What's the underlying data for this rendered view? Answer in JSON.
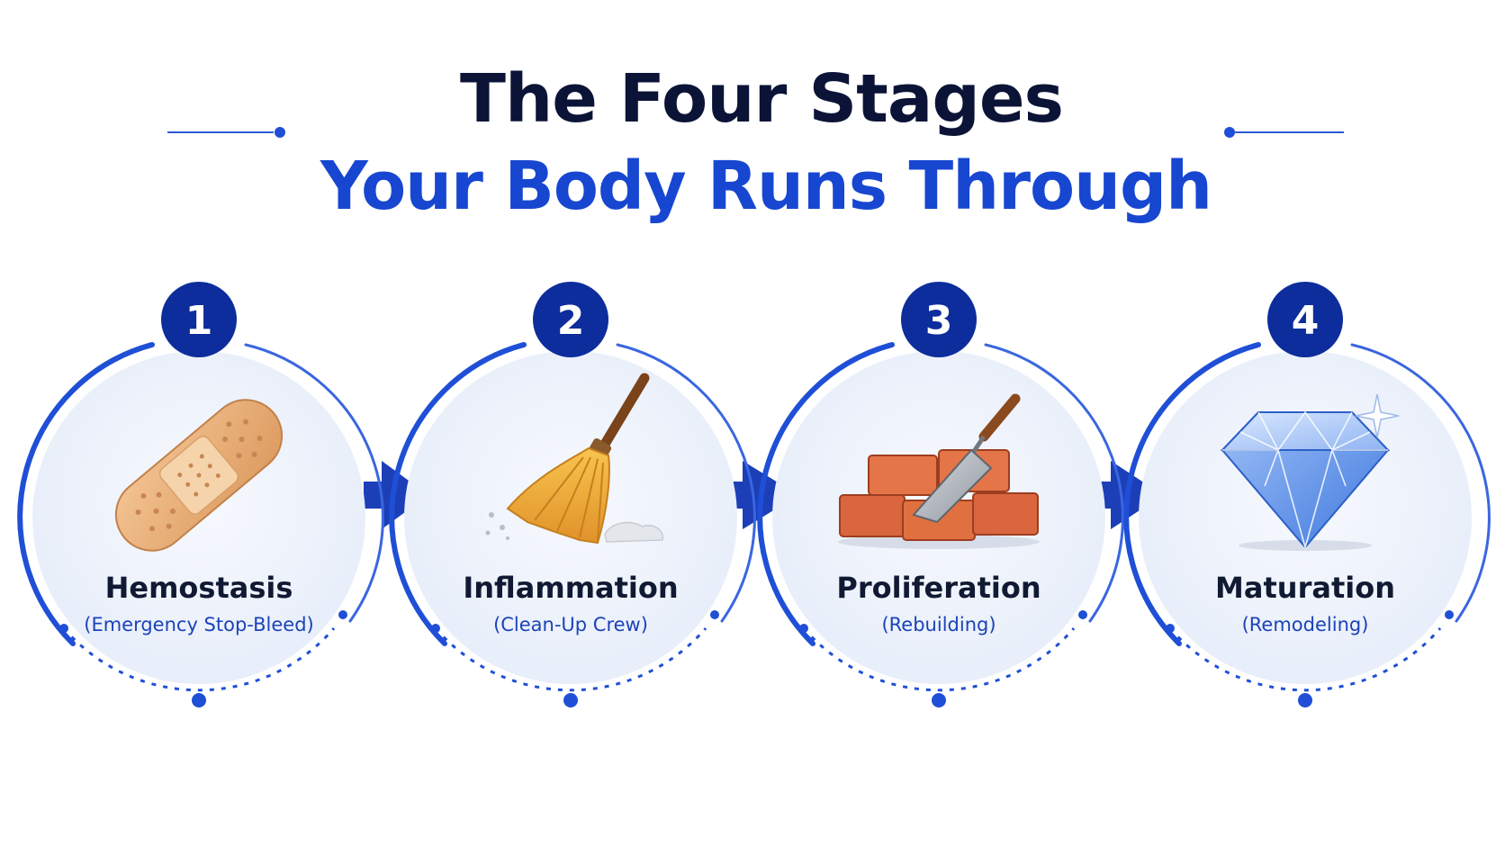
{
  "title": {
    "line1": "The Four Stages",
    "line2": "Your Body Runs Through"
  },
  "colors": {
    "navy": "#0b1437",
    "brand_blue": "#1747d1",
    "badge_blue": "#0d2d9c",
    "ring_blue": "#1f4fd6",
    "circle_fill": "#eef3fc"
  },
  "stages": [
    {
      "number": "1",
      "name": "Hemostasis",
      "subtitle": "(Emergency Stop-Bleed)",
      "icon": "bandage-icon"
    },
    {
      "number": "2",
      "name": "Inflammation",
      "subtitle": "(Clean-Up Crew)",
      "icon": "broom-icon"
    },
    {
      "number": "3",
      "name": "Proliferation",
      "subtitle": "(Rebuilding)",
      "icon": "bricks-trowel-icon"
    },
    {
      "number": "4",
      "name": "Maturation",
      "subtitle": "(Remodeling)",
      "icon": "diamond-icon"
    }
  ]
}
